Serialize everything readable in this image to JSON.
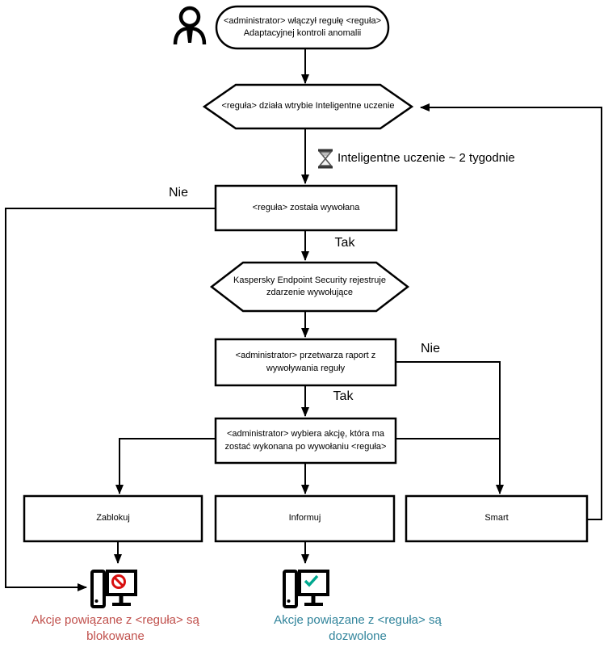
{
  "title": "Adaptive Anomaly Control rule workflow diagram",
  "colors": {
    "line": "#000000",
    "blocked_text": "#c0504c",
    "allowed_text": "#31849b",
    "blocked_icon": "#d80f0f",
    "allowed_icon": "#00a88f"
  },
  "icons": {
    "person": "person-icon",
    "hourglass": "hourglass-icon",
    "computer_blocked": "computer-blocked-icon",
    "computer_allowed": "computer-allowed-icon"
  },
  "nodes": {
    "start": {
      "text": "<administrator> włączył regułę <reguła>\nAdaptacyjnej kontroli anomalii"
    },
    "smart_training_mode": {
      "text": "<reguła> działa wtrybie Inteligentne uczenie"
    },
    "training_timer": {
      "text": "Inteligentne uczenie ~ 2 tygodnie"
    },
    "rule_triggered": {
      "text": "<reguła> została wywołana"
    },
    "registers_event": {
      "text": "Kaspersky Endpoint Security rejestruje\nzdarzenie wywołujące"
    },
    "process_report": {
      "text": "<administrator> przetwarza raport z\nwywoływania reguły"
    },
    "choose_action": {
      "text": "<administrator> wybiera akcję, która ma\nzostać wykonana po wywołaniu <reguła>"
    },
    "action_block": {
      "label": "Zablokuj"
    },
    "action_inform": {
      "label": "Informuj"
    },
    "action_smart": {
      "label": "Smart"
    }
  },
  "edge_labels": {
    "triggered_no": "Nie",
    "triggered_yes": "Tak",
    "report_no": "Nie",
    "report_yes": "Tak"
  },
  "captions": {
    "blocked": "Akcje powiązane z <reguła> są\nblokowane",
    "allowed": "Akcje powiązane z <reguła> są\ndozwolone"
  }
}
